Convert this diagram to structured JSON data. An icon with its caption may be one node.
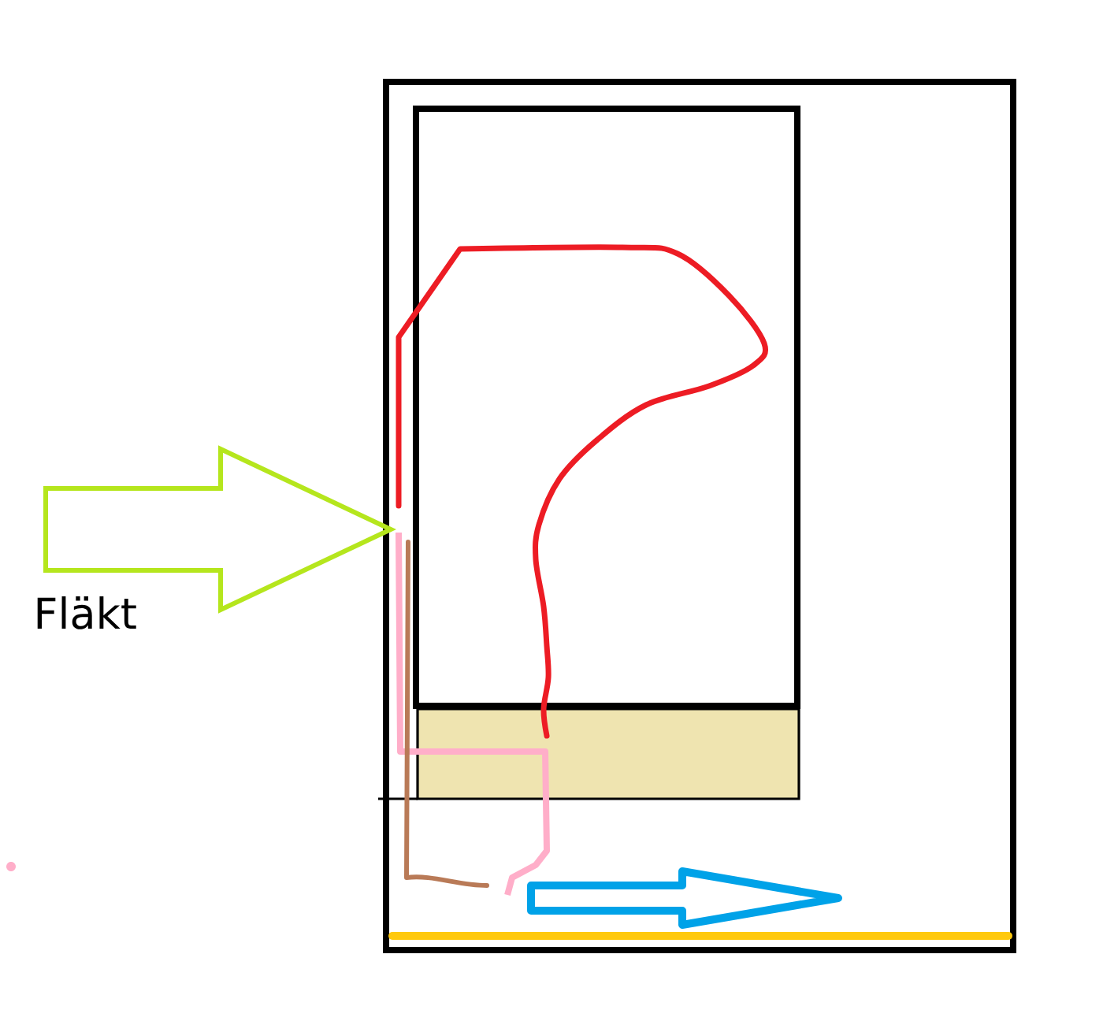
{
  "diagram": {
    "nodes": [
      {
        "text": [],
        "shape": "box"
      },
      {
        "text": [],
        "shape": "box",
        "in": 0
      },
      {
        "text": [],
        "shape": "box",
        "in": 0
      }
    ],
    "labels": [
      "Fläkt"
    ]
  }
}
